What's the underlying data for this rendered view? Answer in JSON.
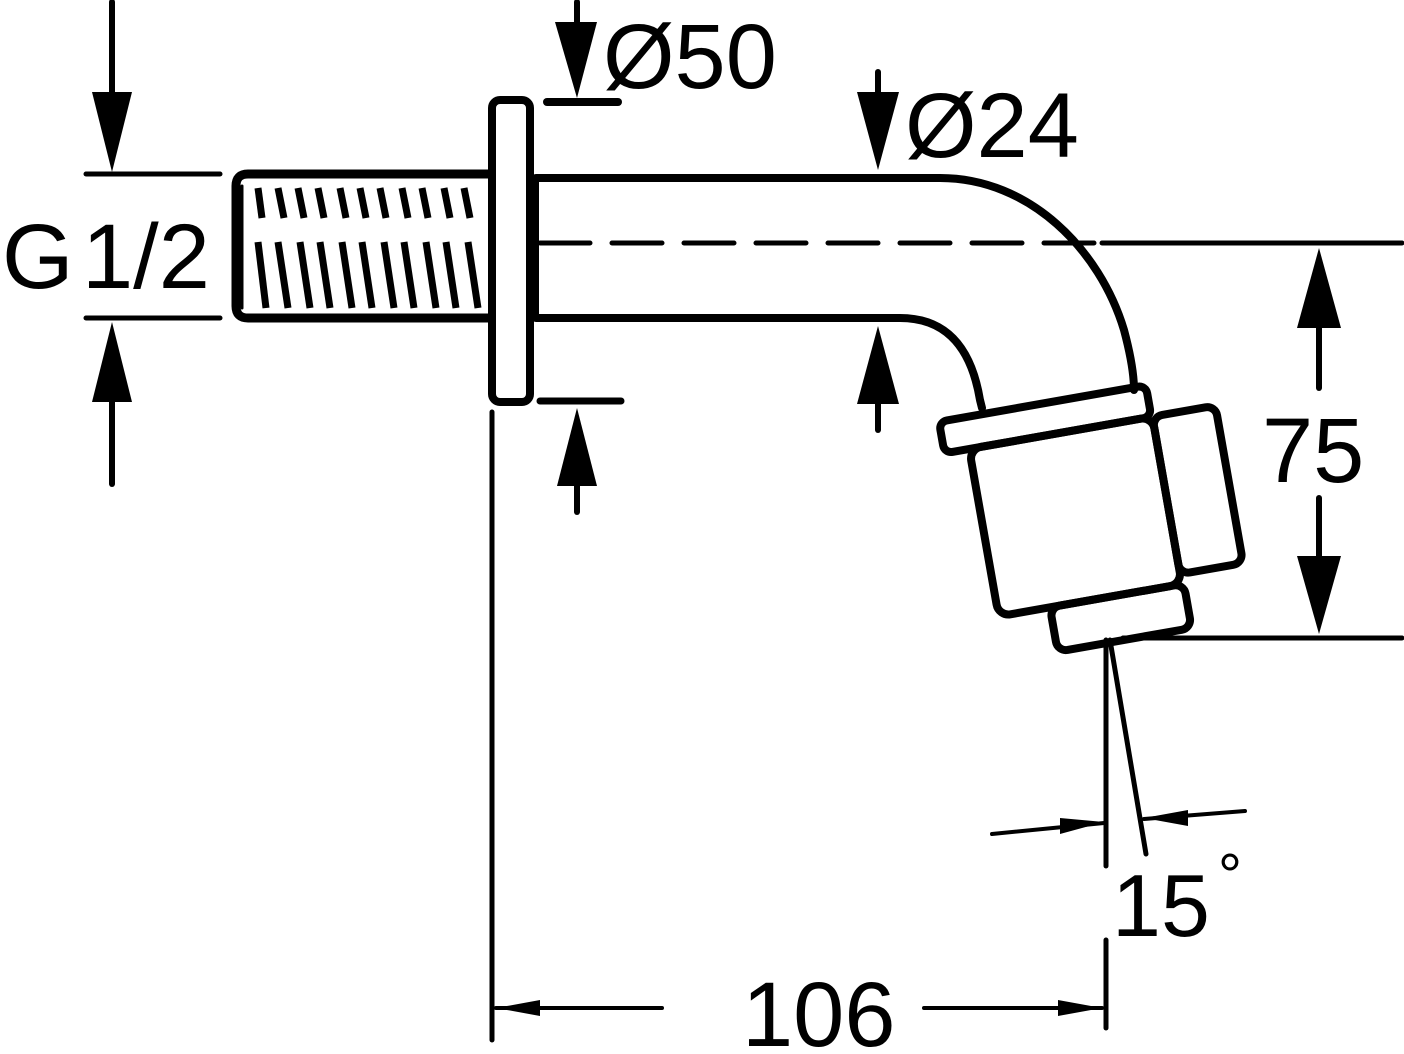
{
  "drawing": {
    "subject": "Wall-mounted spout with aerator, dimensioned side view",
    "colors": {
      "line": "#000000",
      "background": "#ffffff"
    }
  },
  "dimensions": {
    "thread": {
      "label": "G 1/2",
      "prefix": "G",
      "value": "1/2"
    },
    "flange_diameter": {
      "label": "Ø50",
      "symbol": "Ø",
      "value": "50"
    },
    "pipe_diameter": {
      "label": "Ø24",
      "symbol": "Ø",
      "value": "24"
    },
    "height_drop": {
      "label": "75",
      "value": "75"
    },
    "projection": {
      "label": "106",
      "value": "106"
    },
    "outlet_angle": {
      "label": "15°",
      "value": "15",
      "unit": "°"
    }
  }
}
